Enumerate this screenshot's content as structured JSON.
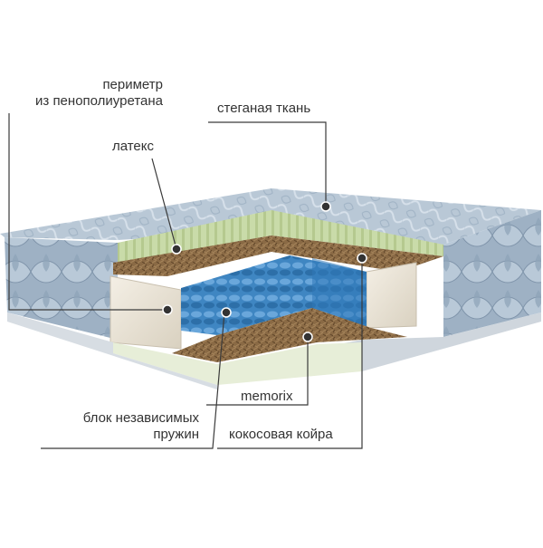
{
  "labels": {
    "perimeter_line1": "периметр",
    "perimeter_line2": "из пенополиуретана",
    "quilted_fabric": "стеганая ткань",
    "latex": "латекс",
    "memorix": "memorix",
    "spring_block_line1": "блок независимых",
    "spring_block_line2": "пружин",
    "coconut_coir": "кокосовая койра"
  },
  "colors": {
    "fabric": "#b9c8d6",
    "latex": "#c9dba9",
    "coir": "#8a6a45",
    "springs": "#3f86c2",
    "perimeter_foam": "#ece6d9",
    "memorix": "#e7eed8",
    "leader": "#3a3a3a"
  }
}
